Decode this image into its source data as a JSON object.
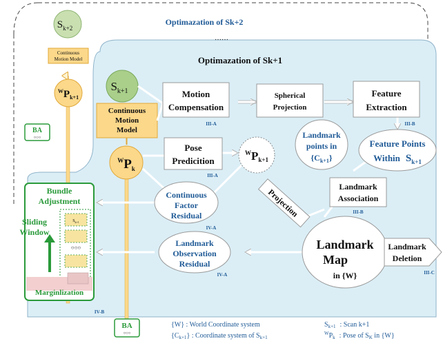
{
  "outer_panel": {
    "title": "Optimazation of Sk+2",
    "dots": "……"
  },
  "inner_panel": {
    "title": "Optimazation of Sk+1"
  },
  "nodes": {
    "s_k2": {
      "base": "S",
      "sub": "k+2"
    },
    "s_k1": {
      "base": "S",
      "sub": "k+1"
    },
    "cmm_small": {
      "line1": "Continuous",
      "line2": "Motion Model"
    },
    "cmm_big": {
      "line1": "Continuous",
      "line2": "Motion",
      "line3": "Model"
    },
    "wp_k1_left": {
      "sup": "W",
      "base": "P",
      "sub": "k+1"
    },
    "wp_k": {
      "sup": "W",
      "base": "P",
      "sub": "k"
    },
    "wp_k1_dotted": {
      "sup": "W",
      "base": "P",
      "sub": "k+1"
    },
    "ba_top": {
      "label": "BA",
      "dots": "○○○"
    },
    "ba_bottom": {
      "label": "BA",
      "dots": "○○○"
    }
  },
  "boxes": {
    "motion_comp": {
      "line1": "Motion",
      "line2": "Compensation",
      "tag": "III-A"
    },
    "spherical": {
      "line1": "Spherical",
      "line2": "Projection"
    },
    "feature_extraction": {
      "line1": "Feature",
      "line2": "Extraction",
      "tag": "III-B"
    },
    "pose_prediction": {
      "line1": "Pose",
      "line2": "Predicition",
      "tag": "III-A"
    },
    "landmark_assoc": {
      "line1": "Landmark",
      "line2": "Association",
      "tag": "III-B"
    },
    "landmark_deletion": {
      "line1": "Landmark",
      "line2": "Deletion",
      "tag": "III-C"
    }
  },
  "ellipses": {
    "landmark_points": {
      "line1": "Landmark",
      "line2": "points in",
      "line3": "{C",
      "line3_sub": "k+1",
      "line3_end": "}"
    },
    "feature_points": {
      "line1": "Feature Points",
      "line2": "Within",
      "base": "S",
      "sub": "k+1"
    },
    "cont_factor": {
      "line1": "Continuous",
      "line2": "Factor",
      "line3": "Residual",
      "tag": "IV-A"
    },
    "landmark_obs": {
      "line1": "Landmark",
      "line2": "Observation",
      "line3": "Residual",
      "tag": "IV-A"
    },
    "landmark_map": {
      "line1": "Landmark",
      "line2": "Map",
      "line3": "in {W}"
    }
  },
  "projection_label": "Projection",
  "bundle": {
    "title1": "Bundle",
    "title2": "Adjustment",
    "sliding1": "Sliding",
    "sliding2": "Window",
    "slot_label": "S",
    "slot_sub": "k+1",
    "dots": "○○○",
    "marginalization": "Marginlization",
    "tag": "IV-B"
  },
  "legend": {
    "w_def": "{W} : World Coordinate system",
    "c_def_pre": "{C",
    "c_def_sub": "k+1",
    "c_def_mid": "} : Coordinate system of S",
    "c_def_sub2": "k+1",
    "s_def_base": "S",
    "s_def_sub": "k+1",
    "s_def_rest": ": Scan k+1",
    "p_def_sup": "W",
    "p_def_base": "P",
    "p_def_sub": "k",
    "p_def_rest": ": Pose of S",
    "p_def_sub2": "K",
    "p_def_end": " in {W}"
  },
  "colors": {
    "panel_fill": "#dbeef6",
    "orange_fill": "#fbd88a",
    "orange_stroke": "#e0a83a",
    "green_fill": "#a9cf8a",
    "green_stroke": "#2a9a3a",
    "blue_text": "#1f5a96",
    "pink_fill": "#f3cfd0"
  }
}
